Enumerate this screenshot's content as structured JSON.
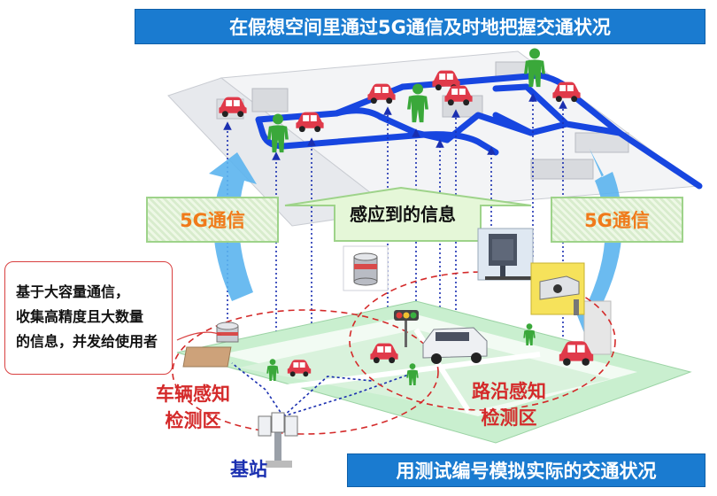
{
  "header": {
    "title": "在假想空间里通过5G通信及时地把握交通状况"
  },
  "footer": {
    "title": "用测试编号模拟实际的交通状况"
  },
  "left_comm": {
    "label": "5G通信"
  },
  "right_comm": {
    "label": "5G通信"
  },
  "sensed_info": {
    "label": "感应到的信息"
  },
  "note": {
    "lines": [
      "基于大容量通信，",
      "收集高精度且大数量",
      "的信息，并发给使用者"
    ]
  },
  "zones": {
    "vehicle": {
      "line1": "车辆感知",
      "line2": "检测区"
    },
    "roadside": {
      "line1": "路沿感知",
      "line2": "检测区"
    }
  },
  "base_station": {
    "label": "基站"
  },
  "colors": {
    "banner_blue": "#1a7bd0",
    "road_blue": "#1746e0",
    "car_red": "#e03a4a",
    "person_green": "#3aa83a",
    "accent_orange": "#f07a1a",
    "zone_red": "#d42a2a",
    "arrow_blue": "#5bb4ee",
    "green_arrow": "#cfeebc"
  },
  "icons": [
    "car-icon",
    "person-icon",
    "traffic-light-icon",
    "sensor-icon",
    "camera-icon",
    "antenna-tower-icon",
    "cylinder-icon"
  ]
}
